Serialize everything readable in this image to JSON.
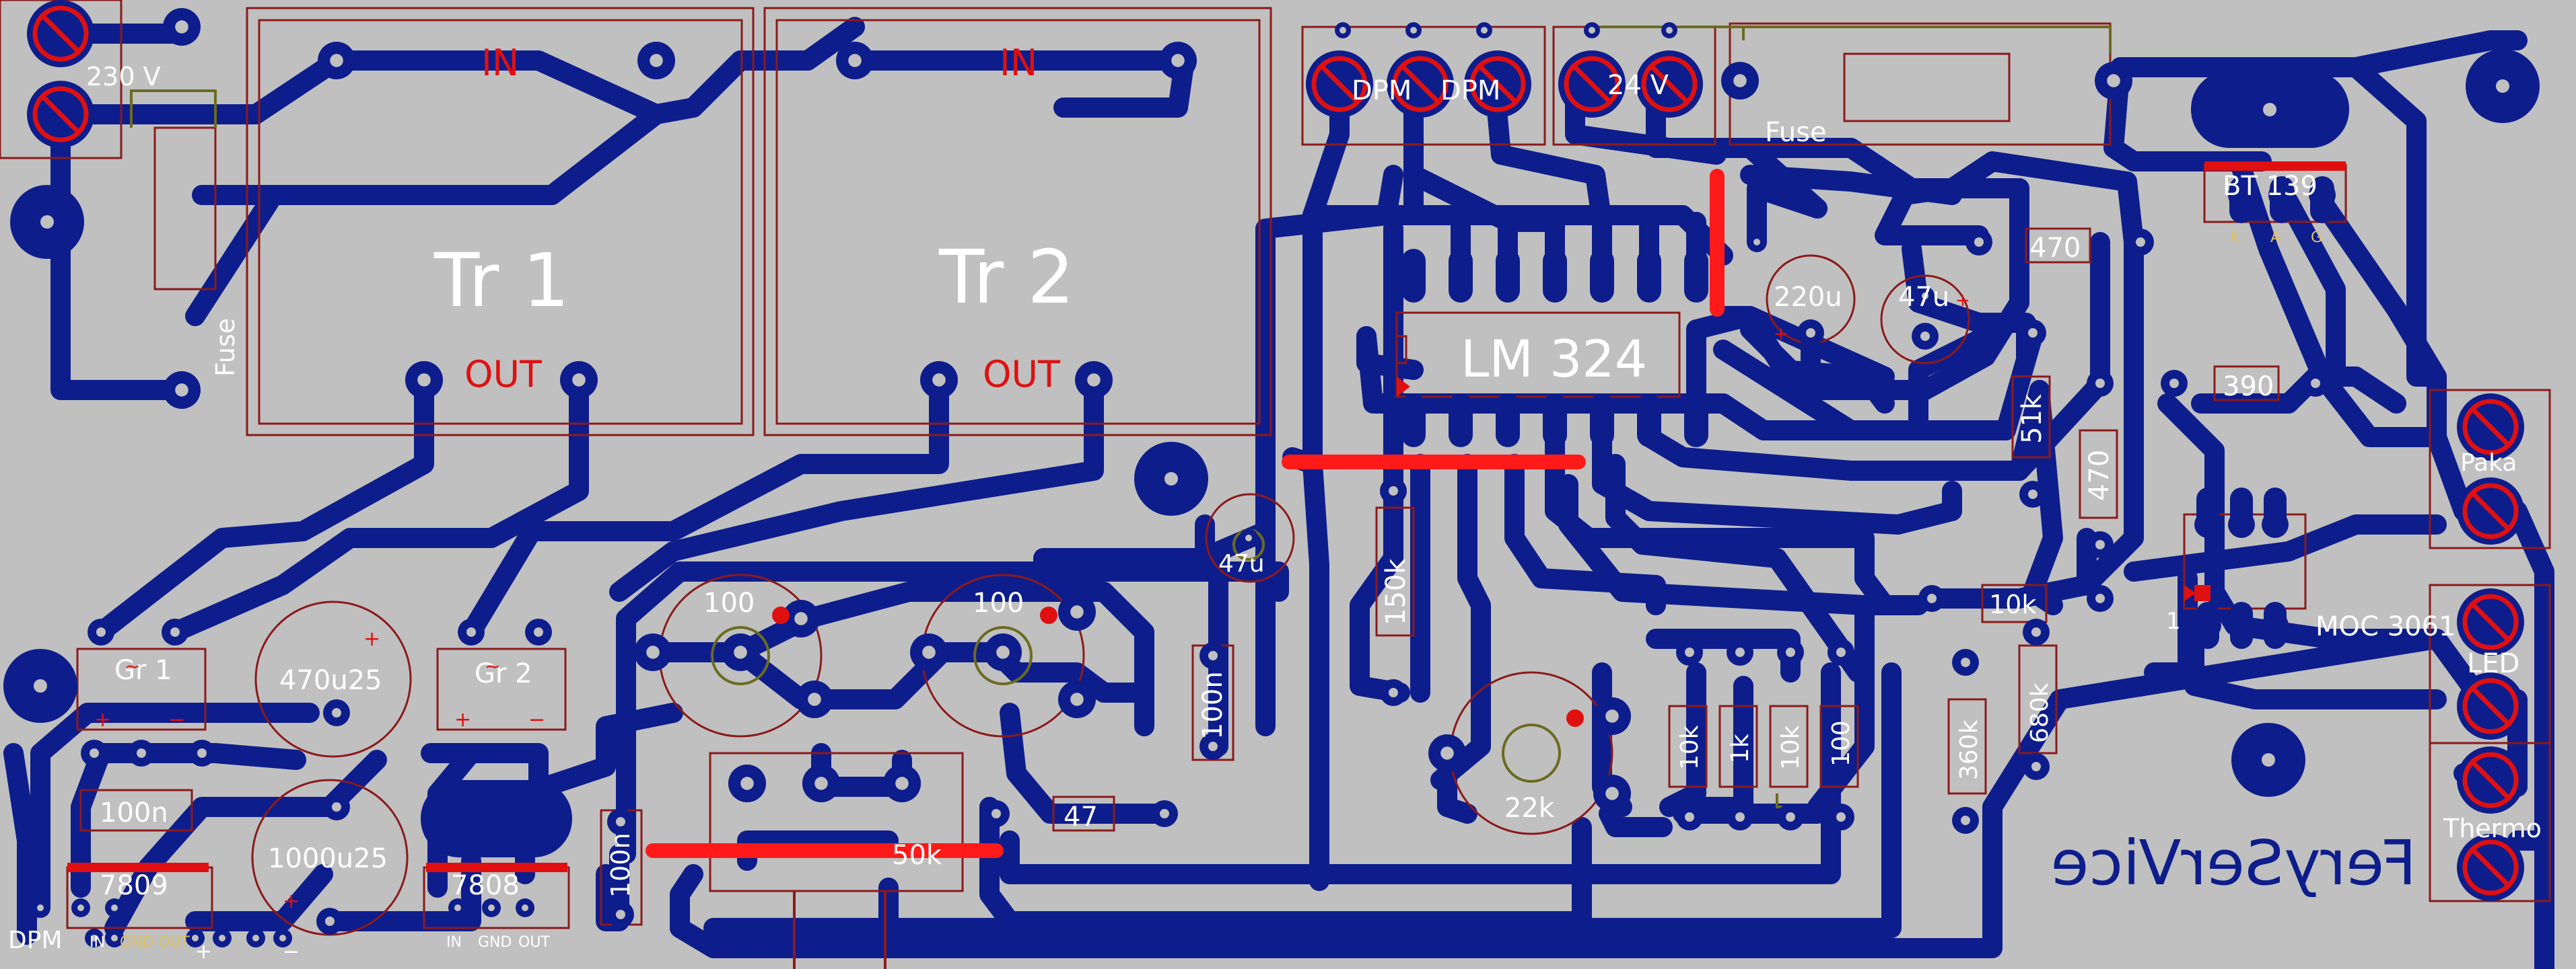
{
  "colors": {
    "board": "#c0c0c0",
    "trace": "#0e1d8c",
    "outline": "#8c1a1a",
    "silk": "#ffffff",
    "jumper": "#ff1a1a",
    "accent_olive": "#6b6b20"
  },
  "labels": {
    "mains_voltage": "230 V",
    "fuse_left": "Fuse",
    "fuse_right": "Fuse",
    "tr1_title": "Tr 1",
    "tr1_in": "IN",
    "tr1_out": "OUT",
    "tr2_title": "Tr 2",
    "tr2_in": "IN",
    "tr2_out": "OUT",
    "dpm1": "DPM",
    "dpm2": "DPM",
    "dc_voltage": "24 V",
    "triac": "BT 139",
    "triac_k": "K",
    "triac_a": "A",
    "triac_g": "G",
    "opamp": "LM 324",
    "cap_220u": "220u",
    "cap_47u_right": "47u",
    "res_470_top": "470",
    "res_51k": "51k",
    "res_470_vert": "470",
    "res_390": "390",
    "terminal_paka": "Paka",
    "opto": "MOC 3061",
    "opto_pin": "1",
    "terminal_led": "LED",
    "terminal_thermo": "Thermo",
    "brand": "FerySerVice",
    "gr1": "Gr 1",
    "gr2": "Gr 2",
    "cap_470u25": "470u25",
    "cap_1000u25": "1000u25",
    "cap_100n_left": "100n",
    "reg_7809": "7809",
    "reg_7808": "7808",
    "pin_in": "IN",
    "pin_gnd": "GND",
    "pin_out": "OUT",
    "dpm_bottom": "DPM",
    "pot_100_left": "100",
    "pot_100_right": "100",
    "cap_47u_center": "47u",
    "res_150k": "150k",
    "cap_100n_mid": "100n",
    "cap_100n_bottom": "100n",
    "pot_50k": "50k",
    "res_47": "47",
    "pot_22k": "22k",
    "res_10k_a": "10k",
    "res_1k": "1k",
    "res_10k_b": "10k",
    "res_100": "100",
    "res_10k_horiz": "10k",
    "res_360k": "360k",
    "res_680k": "680k",
    "plus_sign": "+",
    "minus_sign": "−",
    "tilde": "~"
  }
}
